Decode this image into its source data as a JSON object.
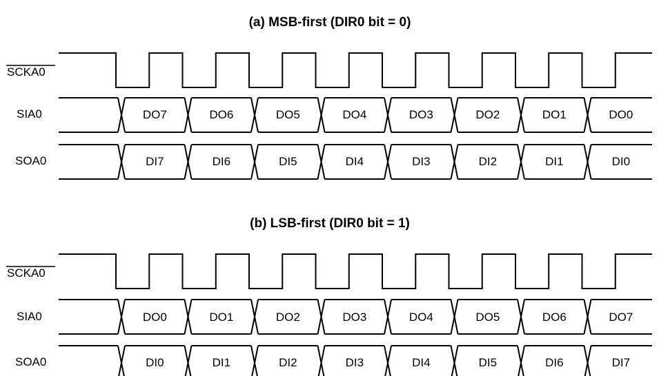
{
  "diagrams": [
    {
      "title": "(a)  MSB-first (DIR0 bit = 0)",
      "signals": [
        {
          "name": "SCKA0",
          "overbar": true,
          "kind": "clock",
          "cycles": 8
        },
        {
          "name": "SIA0",
          "kind": "bus",
          "cells": [
            "DO7",
            "DO6",
            "DO5",
            "DO4",
            "DO3",
            "DO2",
            "DO1",
            "DO0"
          ]
        },
        {
          "name": "SOA0",
          "kind": "bus",
          "cells": [
            "DI7",
            "DI6",
            "DI5",
            "DI4",
            "DI3",
            "DI2",
            "DI1",
            "DI0"
          ]
        }
      ]
    },
    {
      "title": "(b)  LSB-first (DIR0 bit = 1)",
      "signals": [
        {
          "name": "SCKA0",
          "overbar": true,
          "kind": "clock",
          "cycles": 8
        },
        {
          "name": "SIA0",
          "kind": "bus",
          "cells": [
            "DO0",
            "DO1",
            "DO2",
            "DO3",
            "DO4",
            "DO5",
            "DO6",
            "DO7"
          ]
        },
        {
          "name": "SOA0",
          "kind": "bus",
          "cells": [
            "DI0",
            "DI1",
            "DI2",
            "DI3",
            "DI4",
            "DI5",
            "DI6",
            "DI7"
          ]
        }
      ]
    }
  ]
}
